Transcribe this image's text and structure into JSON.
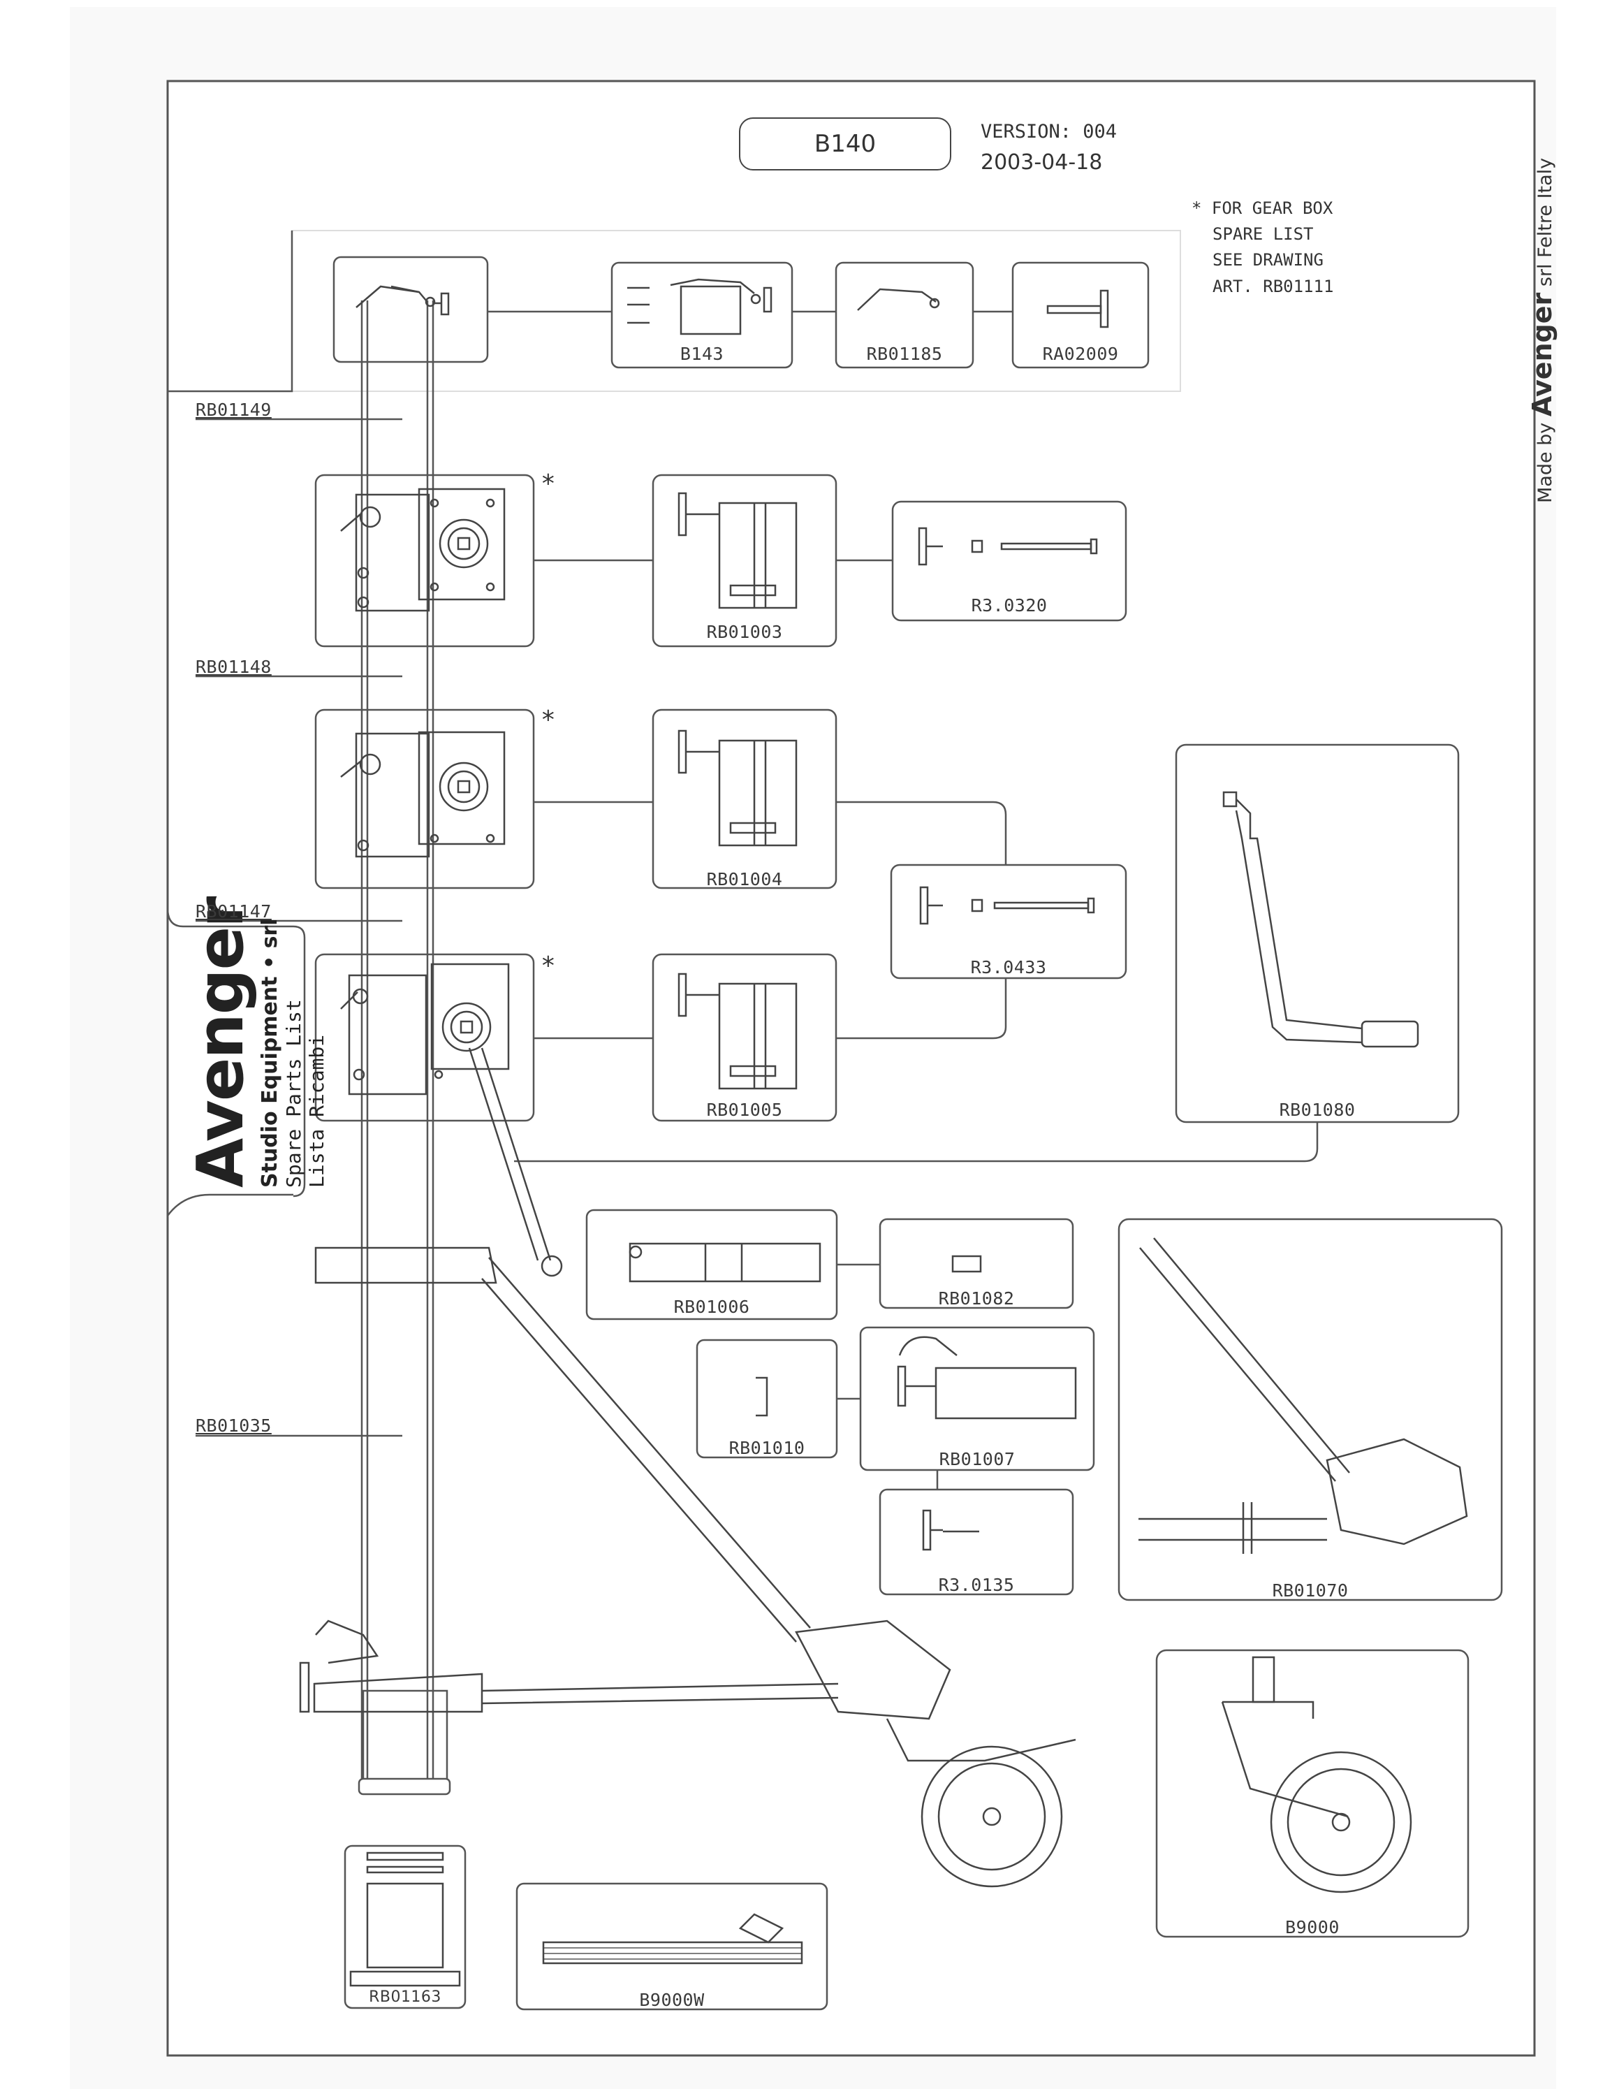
{
  "header": {
    "model": "B140",
    "version_label": "VERSION: 004",
    "date": "2003-04-18"
  },
  "gearbox_note": {
    "line1": "* FOR GEAR BOX",
    "line2": "SPARE LIST",
    "line3": "SEE DRAWING",
    "line4": "ART. RB01111"
  },
  "side_text": {
    "prefix": "Made by",
    "brand": "Avenger",
    "suffix": "srl  Feltre Italy"
  },
  "brand_block": {
    "name": "Avenger",
    "line2": "Studio Equipment • srl",
    "line3": "Spare Parts List",
    "line4": "Lista Ricambi"
  },
  "leader_labels": [
    "RB01149",
    "RB01148",
    "RB01147",
    "RB01035"
  ],
  "parts": [
    {
      "code": "B143"
    },
    {
      "code": "RB01185"
    },
    {
      "code": "RA02009"
    },
    {
      "code": "RB01003"
    },
    {
      "code": "R3.0320"
    },
    {
      "code": "RB01004"
    },
    {
      "code": "R3.0433"
    },
    {
      "code": "RB01005"
    },
    {
      "code": "RB01080"
    },
    {
      "code": "RB01006"
    },
    {
      "code": "RB01082"
    },
    {
      "code": "RB01010"
    },
    {
      "code": "RB01007"
    },
    {
      "code": "R3.0135"
    },
    {
      "code": "RB01070"
    },
    {
      "code": "B9000"
    },
    {
      "code": "RB01163"
    },
    {
      "code": "B9000W"
    }
  ],
  "asterisk": "*"
}
